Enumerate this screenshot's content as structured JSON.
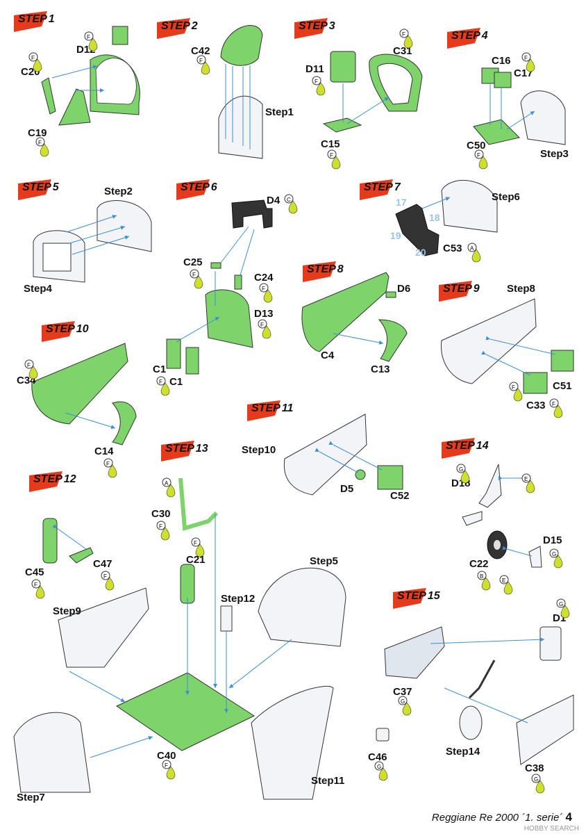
{
  "document": {
    "footer_title": "Reggiane Re 2000 ´1. serie´",
    "page_number": "4",
    "watermark": "HOBBY SEARCH"
  },
  "colors": {
    "part_green": "#7ed36b",
    "part_grey": "#dfe6ee",
    "guide_blue": "#3b8fd6",
    "step_red": "#e53b1c",
    "paint_drop": "#cfe02c"
  },
  "steps": [
    {
      "word": "STEP",
      "num": "1",
      "parts": [
        "D12",
        "C20",
        "C19"
      ],
      "paints": [
        "F",
        "F",
        "F"
      ]
    },
    {
      "word": "STEP",
      "num": "2",
      "parts": [
        "C42",
        "Step1"
      ],
      "paints": [
        "F"
      ]
    },
    {
      "word": "STEP",
      "num": "3",
      "parts": [
        "D11",
        "C31",
        "C15"
      ],
      "paints": [
        "F",
        "F",
        "F"
      ]
    },
    {
      "word": "STEP",
      "num": "4",
      "parts": [
        "C16",
        "C17",
        "C50",
        "Step3"
      ],
      "paints": [
        "F",
        "F"
      ]
    },
    {
      "word": "STEP",
      "num": "5",
      "parts": [
        "Step2",
        "Step4"
      ]
    },
    {
      "word": "STEP",
      "num": "6",
      "parts": [
        "D4",
        "C25",
        "C24",
        "D13",
        "C1",
        "C1"
      ],
      "paints": [
        "C",
        "F",
        "F",
        "F",
        "F"
      ]
    },
    {
      "word": "STEP",
      "num": "7",
      "parts": [
        "Step6",
        "C53"
      ],
      "paints": [
        "A"
      ],
      "numbers": [
        "17",
        "18",
        "19",
        "20"
      ]
    },
    {
      "word": "STEP",
      "num": "8",
      "parts": [
        "D6",
        "C4",
        "C13"
      ]
    },
    {
      "word": "STEP",
      "num": "9",
      "parts": [
        "Step8",
        "C51",
        "C33"
      ],
      "paints": [
        "F",
        "F"
      ]
    },
    {
      "word": "STEP",
      "num": "10",
      "parts": [
        "C34",
        "C14"
      ],
      "paints": [
        "F",
        "F"
      ]
    },
    {
      "word": "STEP",
      "num": "11",
      "parts": [
        "Step10",
        "D5",
        "C52"
      ]
    },
    {
      "word": "STEP",
      "num": "12",
      "parts": [
        "C45",
        "C47"
      ],
      "paints": [
        "F",
        "F"
      ]
    },
    {
      "word": "STEP",
      "num": "13",
      "parts": [
        "C30",
        "C21",
        "Step12",
        "Step5",
        "Step9",
        "C40",
        "Step11",
        "Step7"
      ],
      "paints": [
        "A",
        "F",
        "F",
        "F"
      ]
    },
    {
      "word": "STEP",
      "num": "14",
      "parts": [
        "D18",
        "D15",
        "C22"
      ],
      "paints": [
        "G",
        "E",
        "G",
        "B",
        "E"
      ]
    },
    {
      "word": "STEP",
      "num": "15",
      "parts": [
        "D1",
        "C37",
        "C46",
        "Step14",
        "C38"
      ],
      "paints": [
        "G",
        "G",
        "G",
        "G"
      ]
    }
  ]
}
